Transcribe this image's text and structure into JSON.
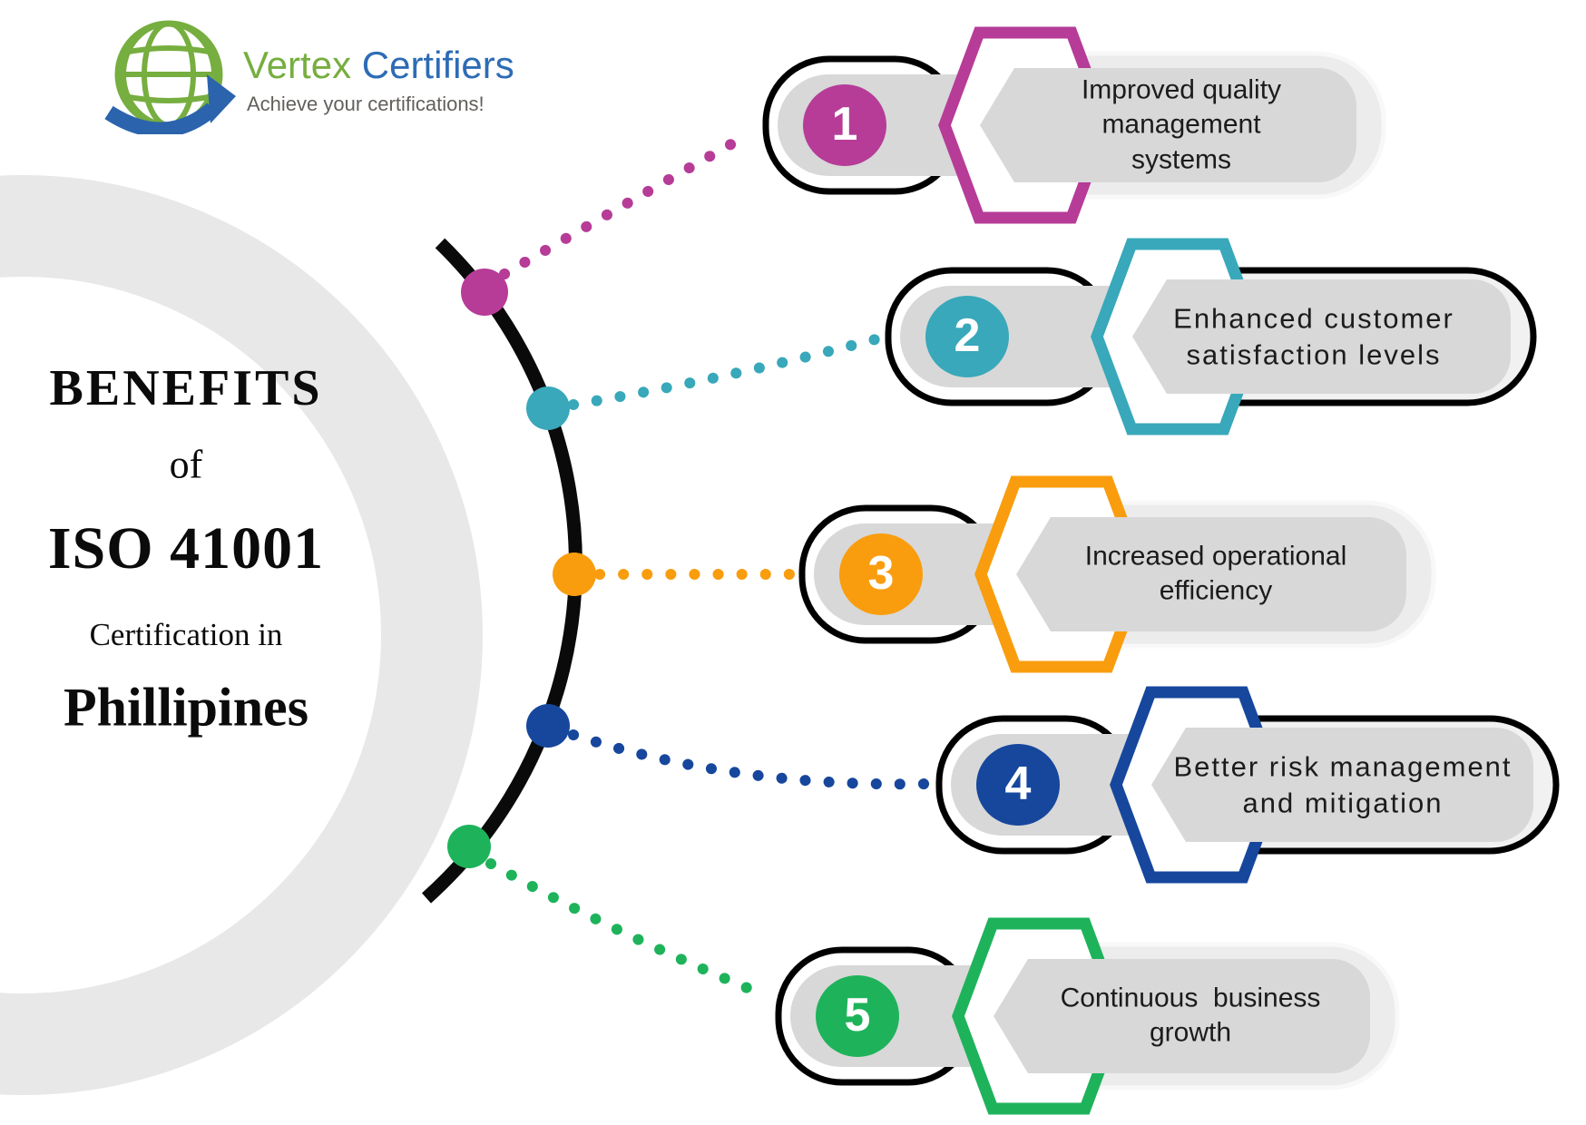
{
  "logo": {
    "brand_first": "Vertex",
    "brand_second": "Certifiers",
    "tagline": "Achieve your certifications!",
    "green": "#76ae3f",
    "blue": "#2b63ad"
  },
  "title": {
    "line1": "BENEFITS",
    "line2": "of",
    "line3": "ISO 41001",
    "line4": "Certification in",
    "line5": "Phillipines"
  },
  "benefits": [
    {
      "number": "1",
      "label": "Improved quality management systems",
      "color": "#b63c98"
    },
    {
      "number": "2",
      "label": "Enhanced customer satisfaction levels",
      "color": "#38a8ba"
    },
    {
      "number": "3",
      "label": "Increased operational efficiency",
      "color": "#f99d0e"
    },
    {
      "number": "4",
      "label": "Better risk management and mitigation",
      "color": "#16479d"
    },
    {
      "number": "5",
      "label": "Continuous  business growth",
      "color": "#1eb35b"
    }
  ],
  "colors": {
    "ring": "#e8e8e8",
    "arc": "#0a0a0a",
    "pill_gray": "#d8d8d8",
    "pill_light": "#ececec"
  }
}
